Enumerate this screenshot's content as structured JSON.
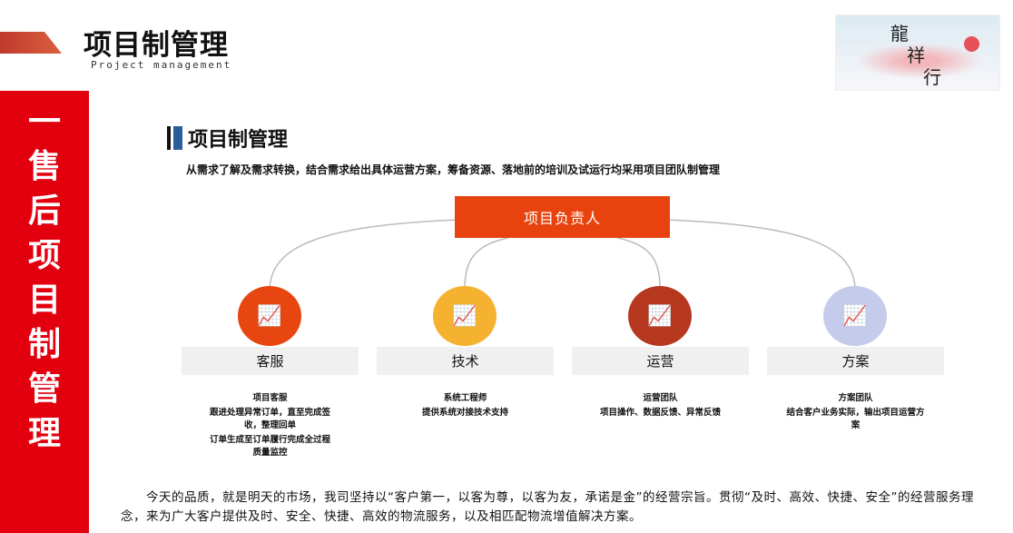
{
  "header": {
    "title": "项目制管理",
    "subtitle": "Project management"
  },
  "sidebar": {
    "chars": [
      "一",
      "售",
      "后",
      "项",
      "目",
      "制",
      "管",
      "理"
    ]
  },
  "logo": {
    "chars": [
      "龍",
      "祥",
      "行"
    ]
  },
  "section": {
    "title": "项目制管理",
    "intro": "从需求了解及需求转换，结合需求给出具体运营方案，筹备资源、落地前的培训及试运行均采用项目团队制管理"
  },
  "lead": {
    "label": "项目负责人"
  },
  "teams": [
    {
      "label": "客服",
      "color": "#e84610",
      "desc": [
        "项目客服",
        "跟进处理异常订单，直至完成签收，整理回单",
        "订单生成至订单履行完成全过程质量监控"
      ]
    },
    {
      "label": "技术",
      "color": "#f5b130",
      "desc": [
        "系统工程师",
        "提供系统对接技术支持"
      ]
    },
    {
      "label": "运营",
      "color": "#b5381f",
      "desc": [
        "运营团队",
        "项目操作、数据反馈、异常反馈"
      ]
    },
    {
      "label": "方案",
      "color": "#c5cbeb",
      "desc": [
        "方案团队",
        "结合客户业务实际，输出项目运营方案"
      ]
    }
  ],
  "footer": {
    "text": "今天的品质，就是明天的市场，我司坚持以“客户第一，以客为尊，以客为友，承诺是金”的经营宗旨。贯彻“及时、高效、快捷、安全”的经营服务理念，来为广大客户提供及时、安全、快捷、高效的物流服务，以及相匹配物流增值解决方案。"
  }
}
